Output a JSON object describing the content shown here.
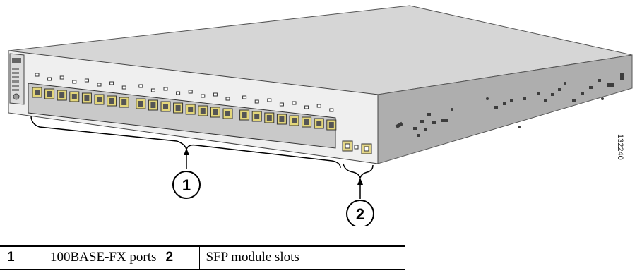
{
  "callouts": [
    {
      "number": "1",
      "label": "100BASE-FX ports"
    },
    {
      "number": "2",
      "label": "SFP module slots"
    }
  ],
  "figure_id": "132240",
  "colors": {
    "port_highlight": "#e3d67a",
    "chassis_top": "#d4d4d4",
    "chassis_side": "#aaaaaa"
  }
}
